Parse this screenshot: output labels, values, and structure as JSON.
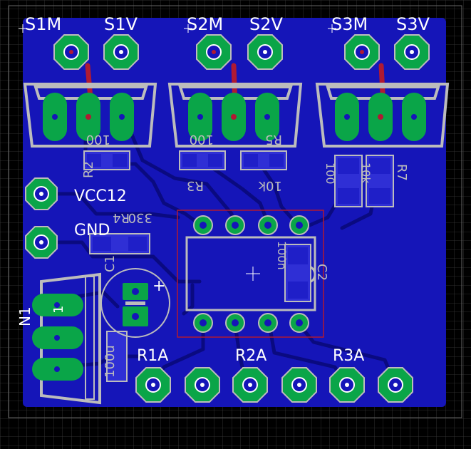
{
  "colors": {
    "background": "#000000",
    "grid": "#3a3a3a",
    "board_blue": "#1515b8",
    "copper_trace": "#0a0a80",
    "pad_green": "#0aa548",
    "silk": "#bcbcbc",
    "label_white": "#ffffff",
    "top_red": "#b01a33",
    "smd_blue": "#2f2fd5"
  },
  "labels": {
    "s1m": "S1M",
    "s1v": "S1V",
    "s2m": "S2M",
    "s2v": "S2V",
    "s3m": "S3M",
    "s3v": "S3V",
    "vcc12": "VCC12",
    "gnd": "GND",
    "r1a": "R1A",
    "r2a": "R2A",
    "r3a": "R3A",
    "n1": "N1",
    "one": "1",
    "r_100_a": "100",
    "r_100_b": "100",
    "r_10k_a": "10k",
    "r_10k_b": "10k",
    "r_330": "330",
    "r_r3": "R3",
    "r_r5": "R5",
    "r_r2": "R2",
    "r_r4": "R4",
    "r_r7": "R7",
    "c_100n": "100n",
    "c_c2": "C2",
    "c_100u": "100u",
    "c_c1": "C1",
    "plus": "+"
  }
}
